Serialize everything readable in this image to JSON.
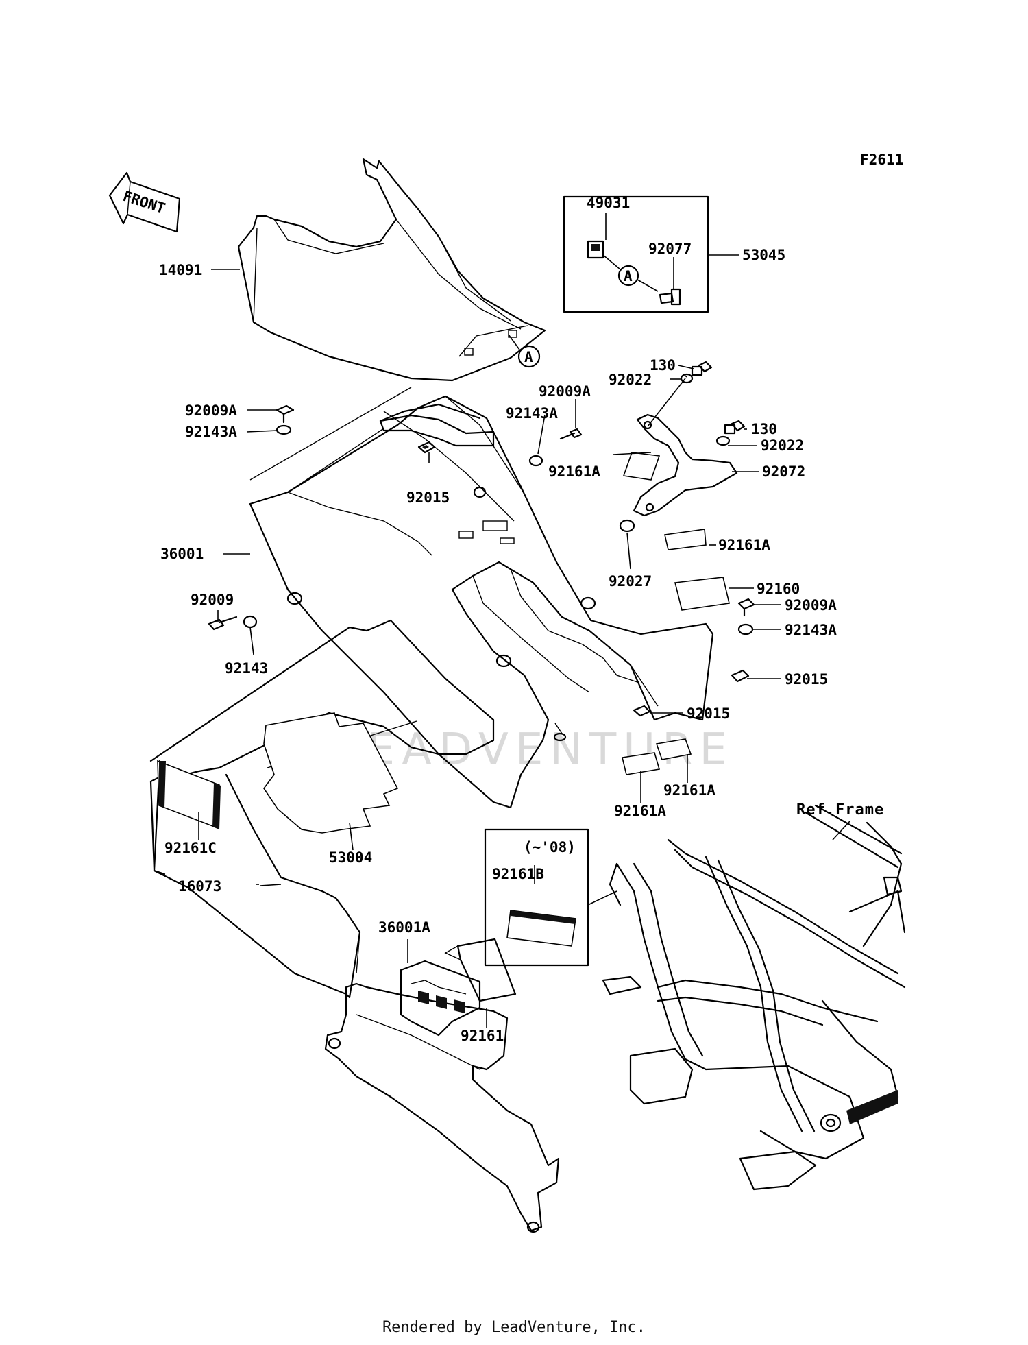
{
  "figure_code": "F2611",
  "front_arrow_label": "FRONT",
  "callout_letter": "A",
  "kit_box_note": "(~'08)",
  "ref_frame_label": "Ref.Frame",
  "watermark": "LEADVENTURE",
  "footer": "Rendered by LeadVenture, Inc.",
  "parts": {
    "p14091": "14091",
    "p49031": "49031",
    "p92077": "92077",
    "p53045": "53045",
    "p130a": "130",
    "p92022a": "92022",
    "p92009A_top": "92009A",
    "p92009A_mid": "92009A",
    "p92143A_top": "92143A",
    "p92143A_mid": "92143A",
    "p130b": "130",
    "p92022b": "92022",
    "p92072": "92072",
    "p92161A_a": "92161A",
    "p92015_a": "92015",
    "p36001": "36001",
    "p92161A_b": "92161A",
    "p92027": "92027",
    "p92160": "92160",
    "p92009": "92009",
    "p92009A_right": "92009A",
    "p92143A_right": "92143A",
    "p92143": "92143",
    "p92015_b": "92015",
    "p92015_c": "92015",
    "p92161A_c": "92161A",
    "p92161A_d": "92161A",
    "p92161C": "92161C",
    "p53004": "53004",
    "p16073": "16073",
    "p92161B": "92161B",
    "p36001A": "36001A",
    "p92161": "92161"
  }
}
